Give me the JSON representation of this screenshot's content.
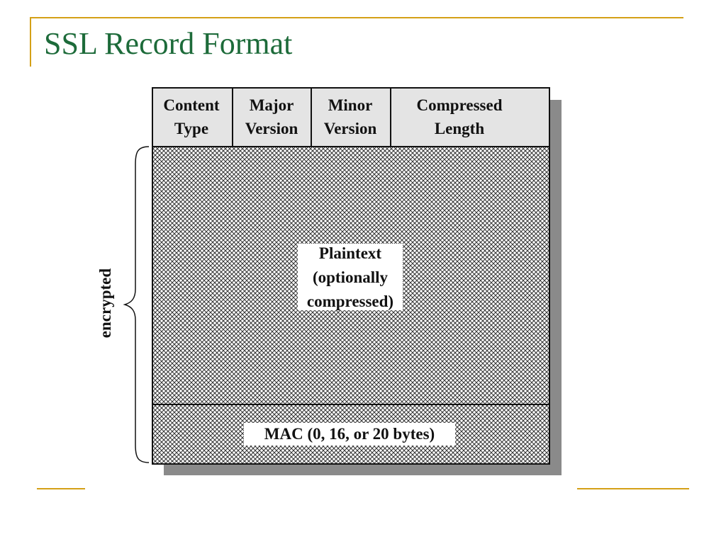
{
  "slide": {
    "title": "SSL Record Format"
  },
  "diagram": {
    "header_fields": [
      {
        "line1": "Content",
        "line2": "Type"
      },
      {
        "line1": "Major",
        "line2": "Version"
      },
      {
        "line1": "Minor",
        "line2": "Version"
      },
      {
        "line1": "Compressed",
        "line2": "Length"
      }
    ],
    "plaintext": {
      "line1": "Plaintext",
      "line2": "(optionally",
      "line3": "compressed)"
    },
    "mac_label": "MAC (0, 16, or 20 bytes)",
    "brace_label": "encrypted"
  },
  "colors": {
    "title": "#1d6b3a",
    "accent": "#d4a017",
    "header_fill": "#e4e4e4",
    "shadow": "#8a8a8a"
  }
}
